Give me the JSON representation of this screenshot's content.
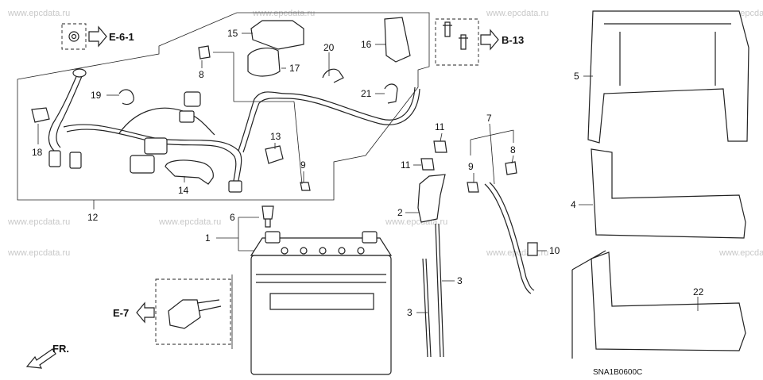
{
  "diagram": {
    "watermark": "www.epcdata.ru",
    "drawing_code": "SNA1B0600C",
    "front_label": "FR.",
    "references": [
      {
        "id": "ref-e-6-1",
        "label": "E-6-1"
      },
      {
        "id": "ref-b-13",
        "label": "B-13"
      },
      {
        "id": "ref-e-7",
        "label": "E-7"
      }
    ],
    "callouts": [
      "1",
      "2",
      "3",
      "3",
      "4",
      "5",
      "6",
      "7",
      "8",
      "8",
      "9",
      "9",
      "10",
      "11",
      "11",
      "12",
      "13",
      "14",
      "15",
      "16",
      "17",
      "18",
      "19",
      "20",
      "21",
      "22"
    ]
  }
}
